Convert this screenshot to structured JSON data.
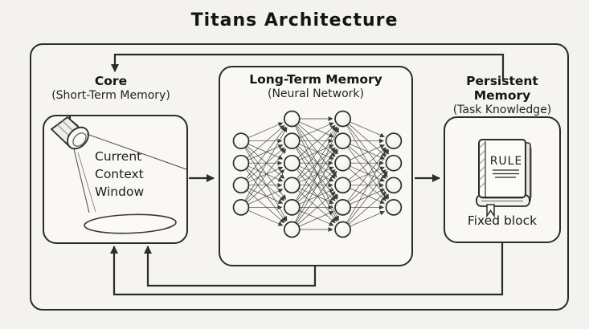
{
  "title": "Titans Architecture",
  "core": {
    "title": "Core",
    "subtitle": "(Short-Term Memory)",
    "icon": "spotlight-icon",
    "window_lines": [
      "Current",
      "Context",
      "Window"
    ]
  },
  "long_term_memory": {
    "title": "Long-Term Memory",
    "subtitle": "(Neural Network)",
    "network": {
      "type": "fully-connected",
      "layers": [
        4,
        6,
        6,
        4
      ]
    }
  },
  "persistent_memory": {
    "title": "Persistent Memory",
    "subtitle": "(Task Knowledge)",
    "icon": "book-icon",
    "book_label": "RULE",
    "caption": "Fixed block"
  },
  "connections": [
    {
      "from": "core",
      "to": "long_term_memory",
      "route": "middle-left"
    },
    {
      "from": "long_term_memory",
      "to": "persistent_memory",
      "route": "middle-right"
    },
    {
      "from": "persistent_memory",
      "to": "core",
      "route": "top-feedback"
    },
    {
      "from": "long_term_memory",
      "to": "core",
      "route": "bottom-inner-feedback"
    },
    {
      "from": "persistent_memory",
      "to": "core",
      "route": "bottom-outer-feedback"
    }
  ],
  "colors": {
    "background": "#f4f2ee",
    "surface": "#faf8f5",
    "line": "#2b2b2b",
    "text": "#1a1a1a"
  }
}
